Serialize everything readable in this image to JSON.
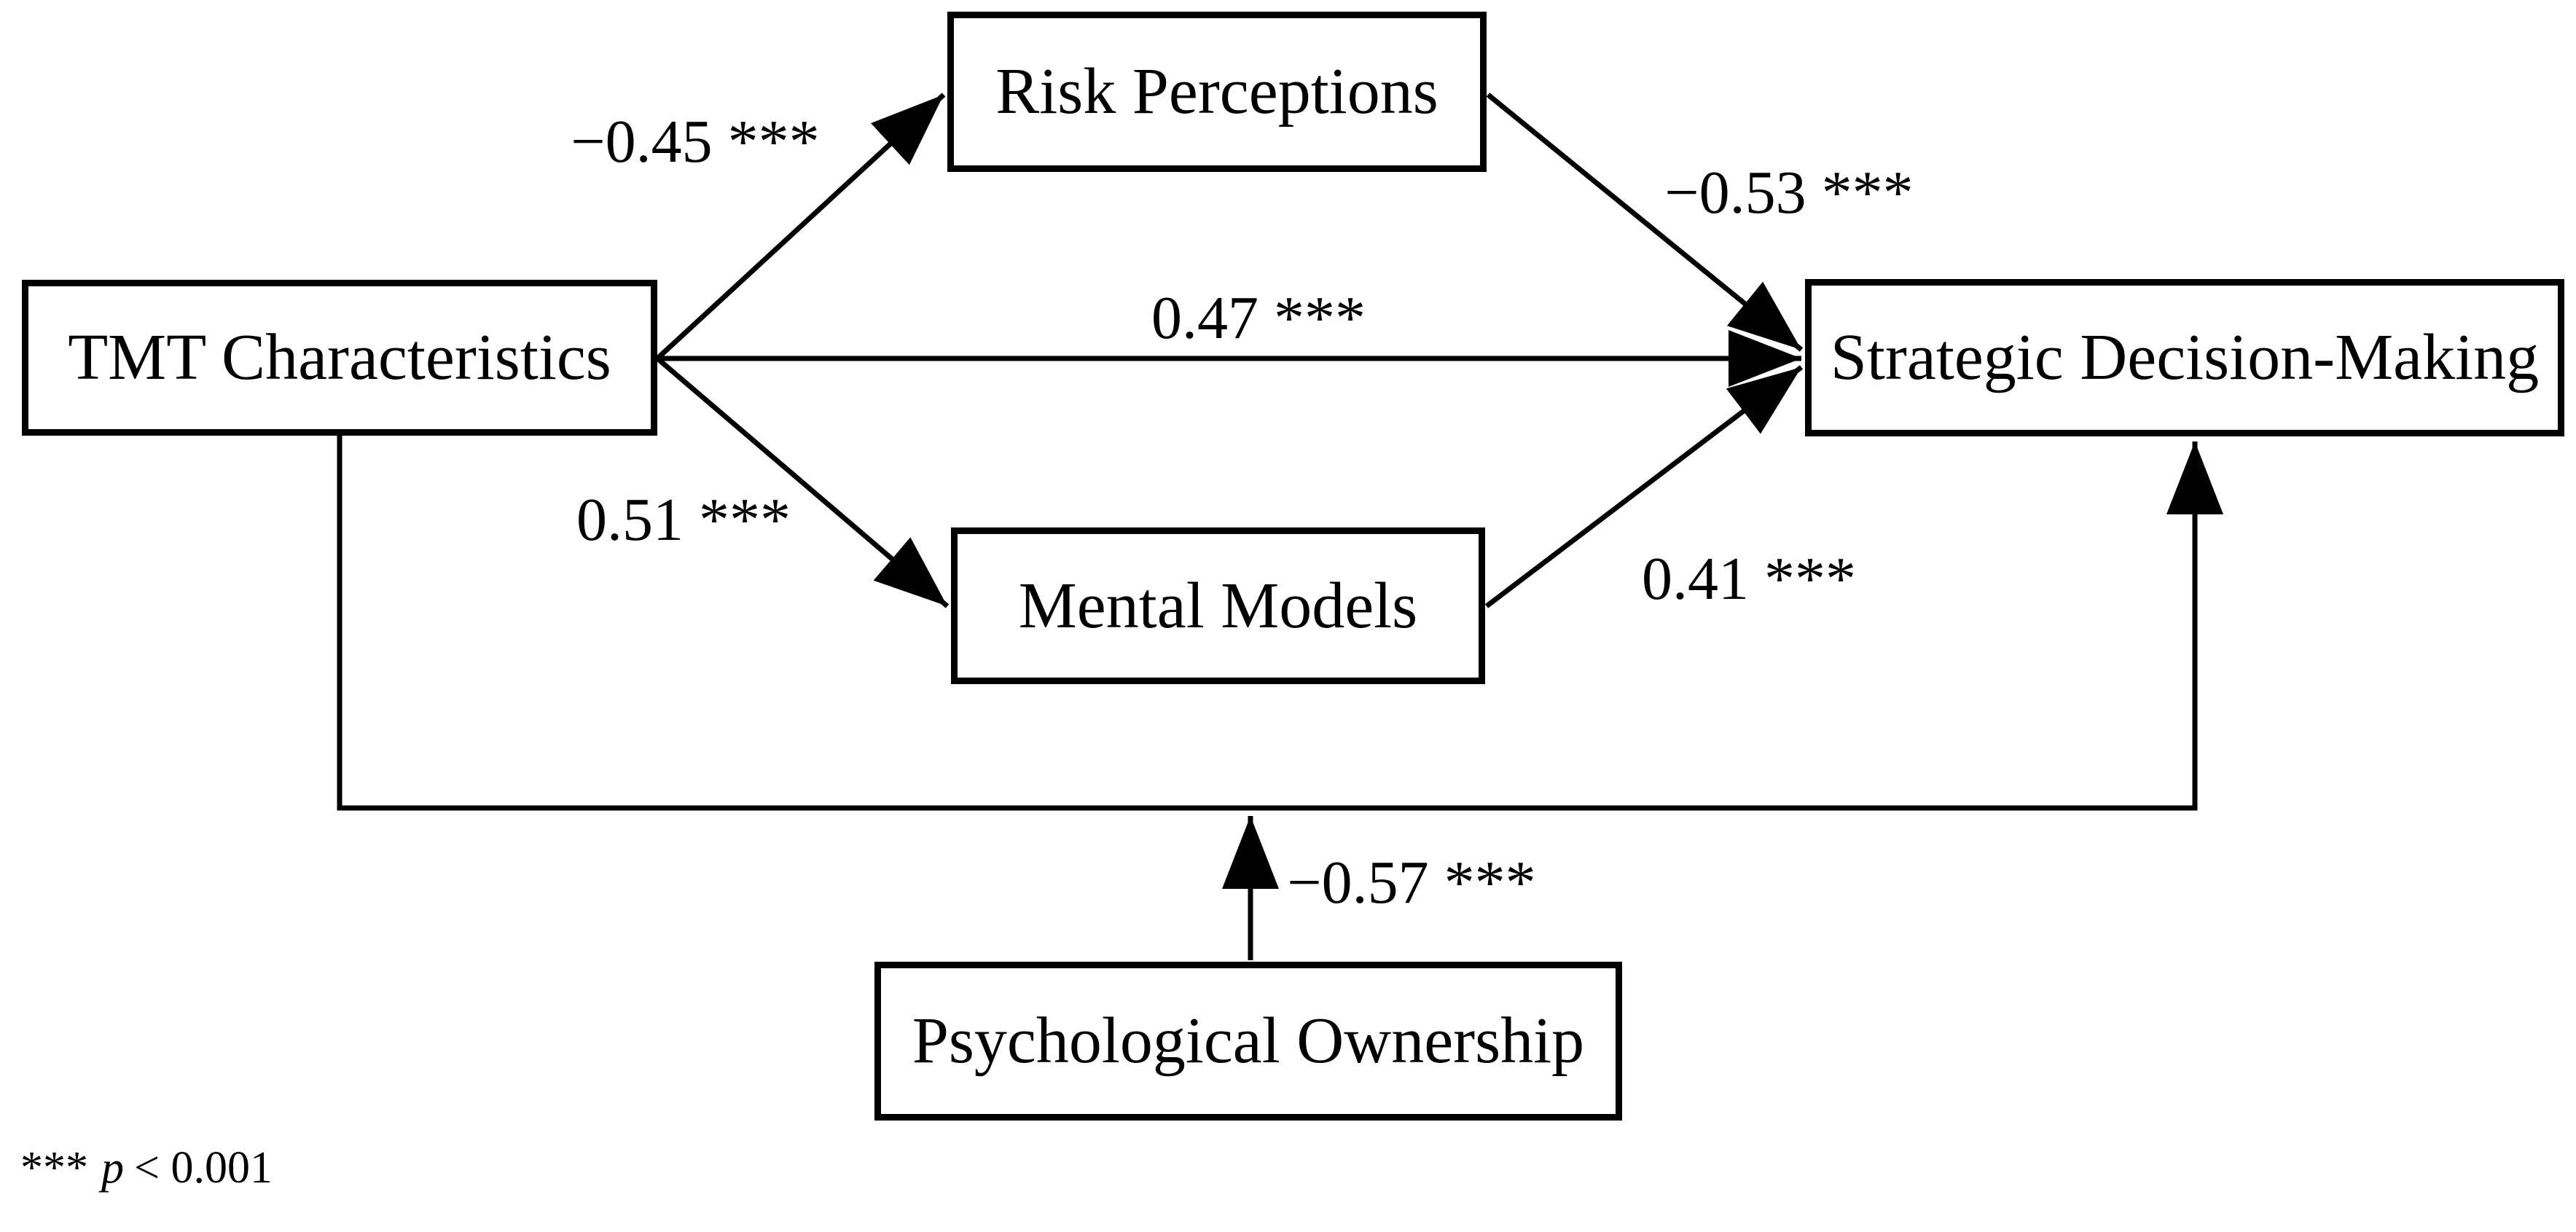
{
  "diagram": {
    "type": "structural-path-model",
    "colors": {
      "ink": "#000000",
      "background": "#ffffff"
    },
    "nodes": [
      {
        "id": "tmt",
        "label": "TMT Characteristics"
      },
      {
        "id": "risk",
        "label": "Risk Perceptions"
      },
      {
        "id": "mental",
        "label": "Mental Models"
      },
      {
        "id": "sdm",
        "label": "Strategic Decision-Making"
      },
      {
        "id": "po",
        "label": "Psychological Ownership"
      }
    ],
    "paths": [
      {
        "from": "TMT Characteristics",
        "to": "Risk Perceptions",
        "coefficient": "−0.45 ***"
      },
      {
        "from": "TMT Characteristics",
        "to": "Strategic Decision-Making",
        "coefficient": "0.47 ***"
      },
      {
        "from": "TMT Characteristics",
        "to": "Mental Models",
        "coefficient": "0.51 ***"
      },
      {
        "from": "Risk Perceptions",
        "to": "Strategic Decision-Making",
        "coefficient": "−0.53 ***"
      },
      {
        "from": "Mental Models",
        "to": "Strategic Decision-Making",
        "coefficient": "0.41 ***"
      },
      {
        "from": "Psychological Ownership",
        "to": "TMT Characteristics–Strategic Decision-Making path",
        "coefficient": "−0.57 ***"
      }
    ],
    "footnote": {
      "stars": "***",
      "symbol": "p",
      "rest": "< 0.001"
    }
  }
}
